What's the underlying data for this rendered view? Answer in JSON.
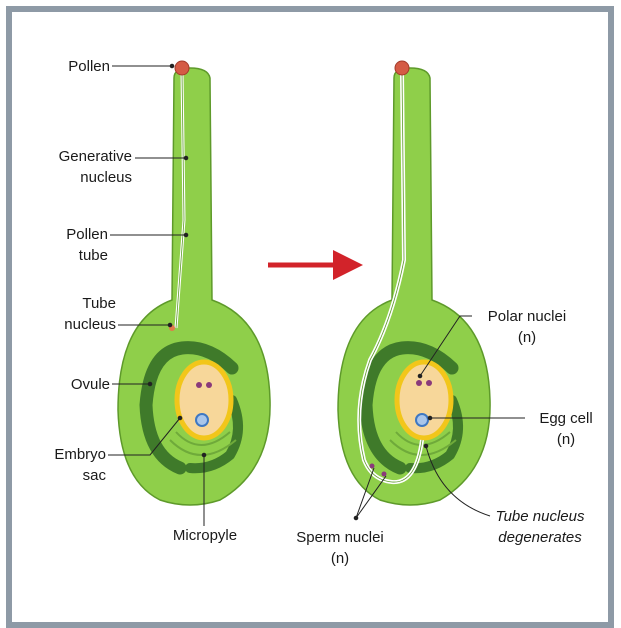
{
  "colors": {
    "frame": "#8e9aa6",
    "tissue": "#8fcf4a",
    "tissue_outline": "#5e9a2a",
    "integument": "#3f7a2a",
    "embryo_sac_ring": "#f2c61a",
    "embryo_sac_fill": "#f7d79a",
    "pollen": "#d45b45",
    "nucleus": "#8a3a7a",
    "egg_cell": "#3f78c2",
    "arrow": "#d2232a",
    "leader": "#222222"
  },
  "left_panel": {
    "pollen": "Pollen",
    "generative_nucleus": [
      "Generative",
      "nucleus"
    ],
    "pollen_tube": [
      "Pollen",
      "tube"
    ],
    "tube_nucleus": [
      "Tube",
      "nucleus"
    ],
    "ovule": "Ovule",
    "embryo_sac": [
      "Embryo",
      "sac"
    ],
    "micropyle": "Micropyle"
  },
  "right_panel": {
    "polar_nuclei": [
      "Polar nuclei",
      "(n)"
    ],
    "egg_cell": [
      "Egg cell",
      "(n)"
    ],
    "sperm_nuclei": [
      "Sperm nuclei",
      "(n)"
    ],
    "tube_nucleus_degenerates": [
      "Tube nucleus",
      "degenerates"
    ]
  },
  "arrow": {
    "direction": "right"
  }
}
